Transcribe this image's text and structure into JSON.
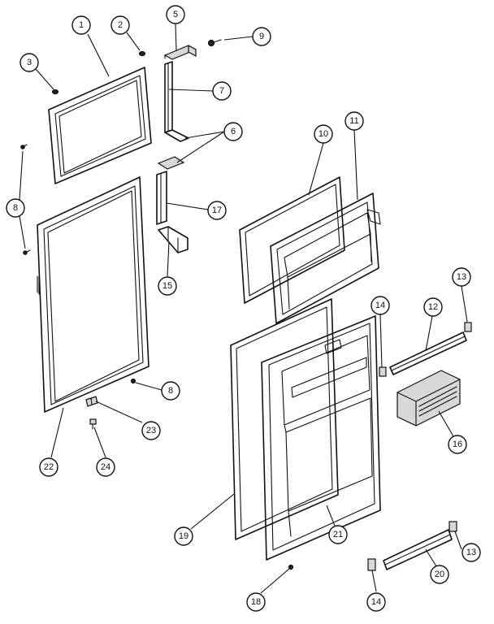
{
  "diagram": {
    "callouts": [
      {
        "id": "c1",
        "label": "1"
      },
      {
        "id": "c2",
        "label": "2"
      },
      {
        "id": "c3",
        "label": "3"
      },
      {
        "id": "c5",
        "label": "5"
      },
      {
        "id": "c9",
        "label": "9"
      },
      {
        "id": "c7",
        "label": "7"
      },
      {
        "id": "c6",
        "label": "6"
      },
      {
        "id": "c10",
        "label": "10"
      },
      {
        "id": "c11",
        "label": "11"
      },
      {
        "id": "c8a",
        "label": "8"
      },
      {
        "id": "c17",
        "label": "17"
      },
      {
        "id": "c15",
        "label": "15"
      },
      {
        "id": "c13a",
        "label": "13"
      },
      {
        "id": "c14a",
        "label": "14"
      },
      {
        "id": "c12",
        "label": "12"
      },
      {
        "id": "c8b",
        "label": "8"
      },
      {
        "id": "c23",
        "label": "23"
      },
      {
        "id": "c16",
        "label": "16"
      },
      {
        "id": "c22",
        "label": "22"
      },
      {
        "id": "c24",
        "label": "24"
      },
      {
        "id": "c19",
        "label": "19"
      },
      {
        "id": "c21",
        "label": "21"
      },
      {
        "id": "c13b",
        "label": "13"
      },
      {
        "id": "c20",
        "label": "20"
      },
      {
        "id": "c18",
        "label": "18"
      },
      {
        "id": "c14b",
        "label": "14"
      }
    ]
  }
}
